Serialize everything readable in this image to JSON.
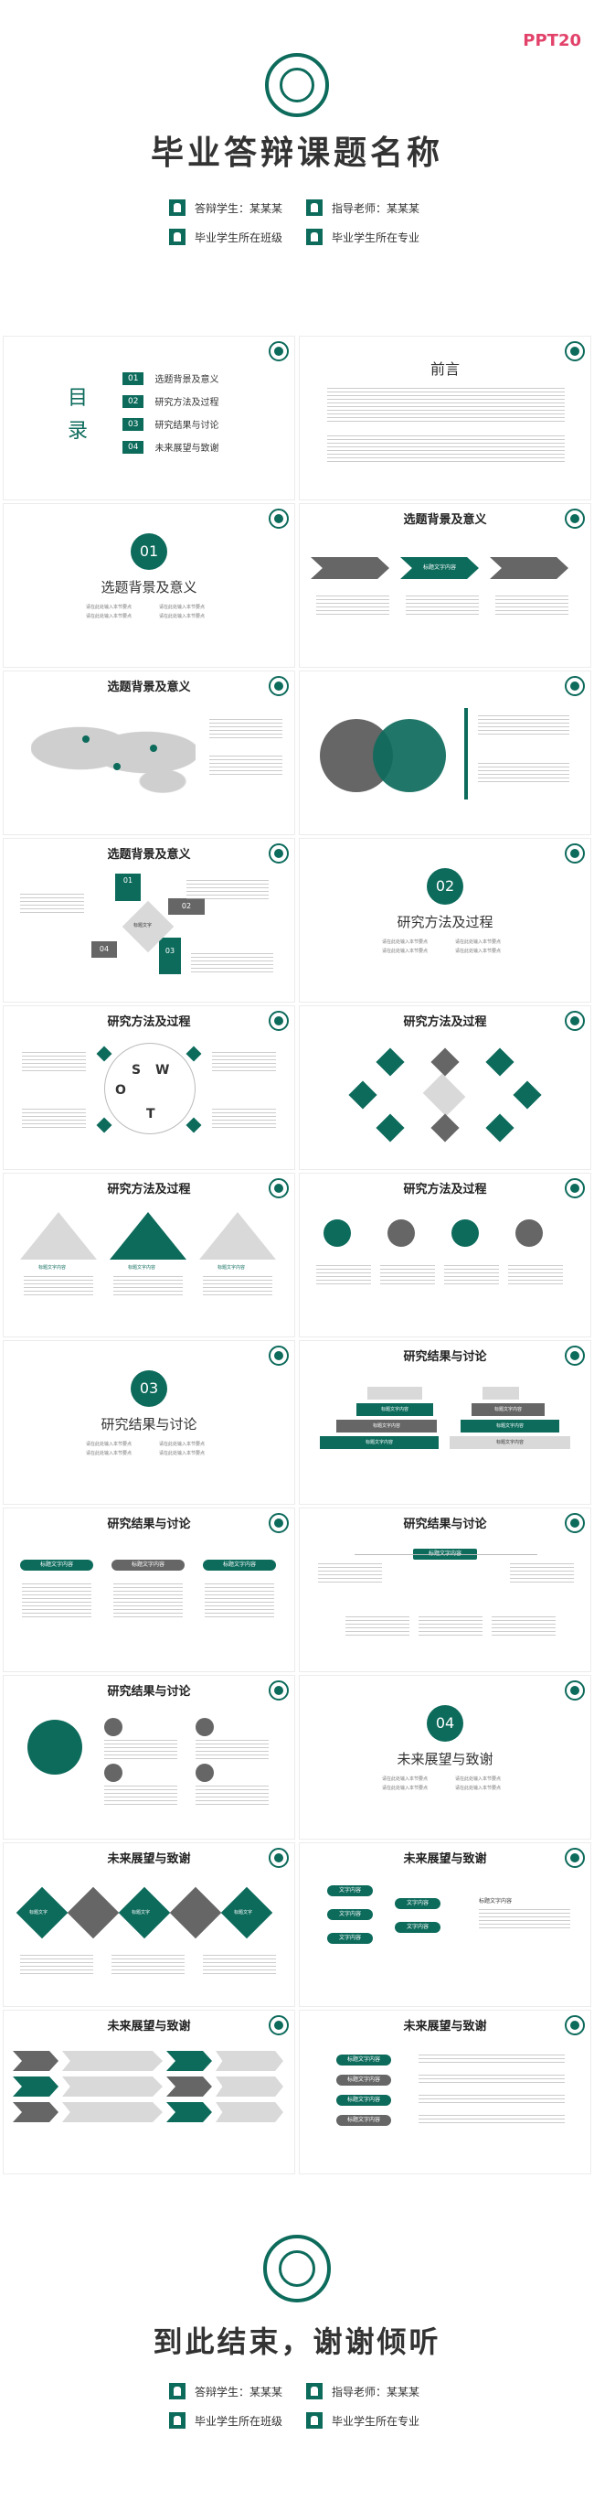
{
  "cover": {
    "logo": "PPT20",
    "title": "毕业答辩课题名称",
    "info": [
      "答辩学生：某某某",
      "指导老师：某某某",
      "毕业学生所在班级",
      "毕业学生所在专业"
    ]
  },
  "toc": {
    "heading": "目录",
    "items": [
      {
        "num": "01",
        "label": "选题背景及意义"
      },
      {
        "num": "02",
        "label": "研究方法及过程"
      },
      {
        "num": "03",
        "label": "研究结果与讨论"
      },
      {
        "num": "04",
        "label": "未来展望与致谢"
      }
    ]
  },
  "preface": {
    "heading": "前言"
  },
  "sections": {
    "s1": {
      "num": "01",
      "title": "选题背景及意义"
    },
    "s2": {
      "num": "02",
      "title": "研究方法及过程"
    },
    "s3": {
      "num": "03",
      "title": "研究结果与讨论"
    },
    "s4": {
      "num": "04",
      "title": "未来展望与致谢"
    }
  },
  "section_bullets": [
    "请在此处输入本节要点",
    "请在此处输入本节要点",
    "请在此处输入本节要点",
    "请在此处输入本节要点"
  ],
  "slide_titles": {
    "bg": "选题背景及意义",
    "method": "研究方法及过程",
    "result": "研究结果与讨论",
    "future": "未来展望与致谢"
  },
  "labels": {
    "title_text": "标题文字内容",
    "text": "文字内容",
    "title_short": "标题文字",
    "swot": [
      "S",
      "W",
      "O",
      "T"
    ],
    "nums": [
      "01",
      "02",
      "03",
      "04"
    ]
  },
  "ending": {
    "title": "到此结束，谢谢倾听",
    "info": [
      "答辩学生：某某某",
      "指导老师：某某某",
      "毕业学生所在班级",
      "毕业学生所在专业"
    ]
  },
  "colors": {
    "accent": "#0d6b5c",
    "gray": "#666666",
    "light": "#d9d9d9",
    "brand": "#e2426a"
  }
}
